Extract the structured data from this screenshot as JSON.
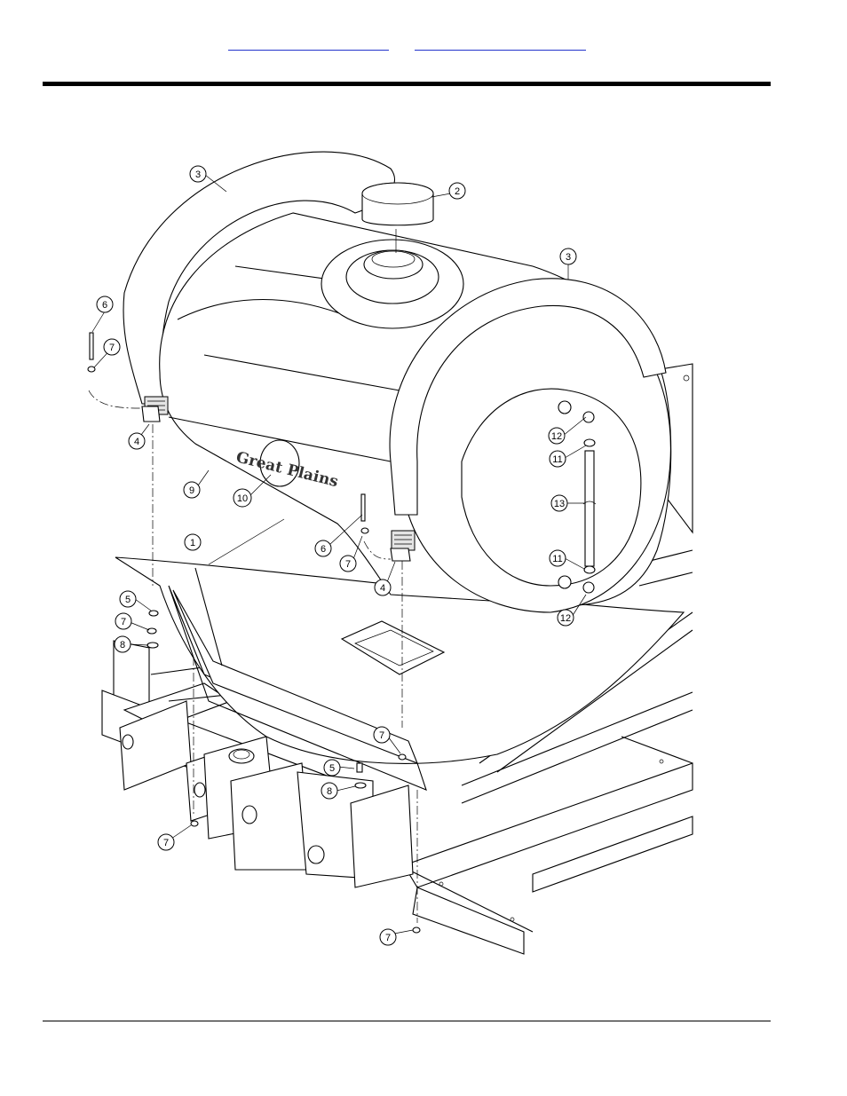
{
  "nav": {
    "links": [
      "",
      ""
    ]
  },
  "diagram": {
    "logo_text": "Great Plains",
    "callouts": [
      {
        "label": "1"
      },
      {
        "label": "2"
      },
      {
        "label": "3"
      },
      {
        "label": "3"
      },
      {
        "label": "4"
      },
      {
        "label": "4"
      },
      {
        "label": "5"
      },
      {
        "label": "5"
      },
      {
        "label": "6"
      },
      {
        "label": "6"
      },
      {
        "label": "7"
      },
      {
        "label": "7"
      },
      {
        "label": "7"
      },
      {
        "label": "7"
      },
      {
        "label": "7"
      },
      {
        "label": "7"
      },
      {
        "label": "8"
      },
      {
        "label": "8"
      },
      {
        "label": "9"
      },
      {
        "label": "10"
      },
      {
        "label": "11"
      },
      {
        "label": "11"
      },
      {
        "label": "12"
      },
      {
        "label": "12"
      },
      {
        "label": "13"
      }
    ]
  }
}
